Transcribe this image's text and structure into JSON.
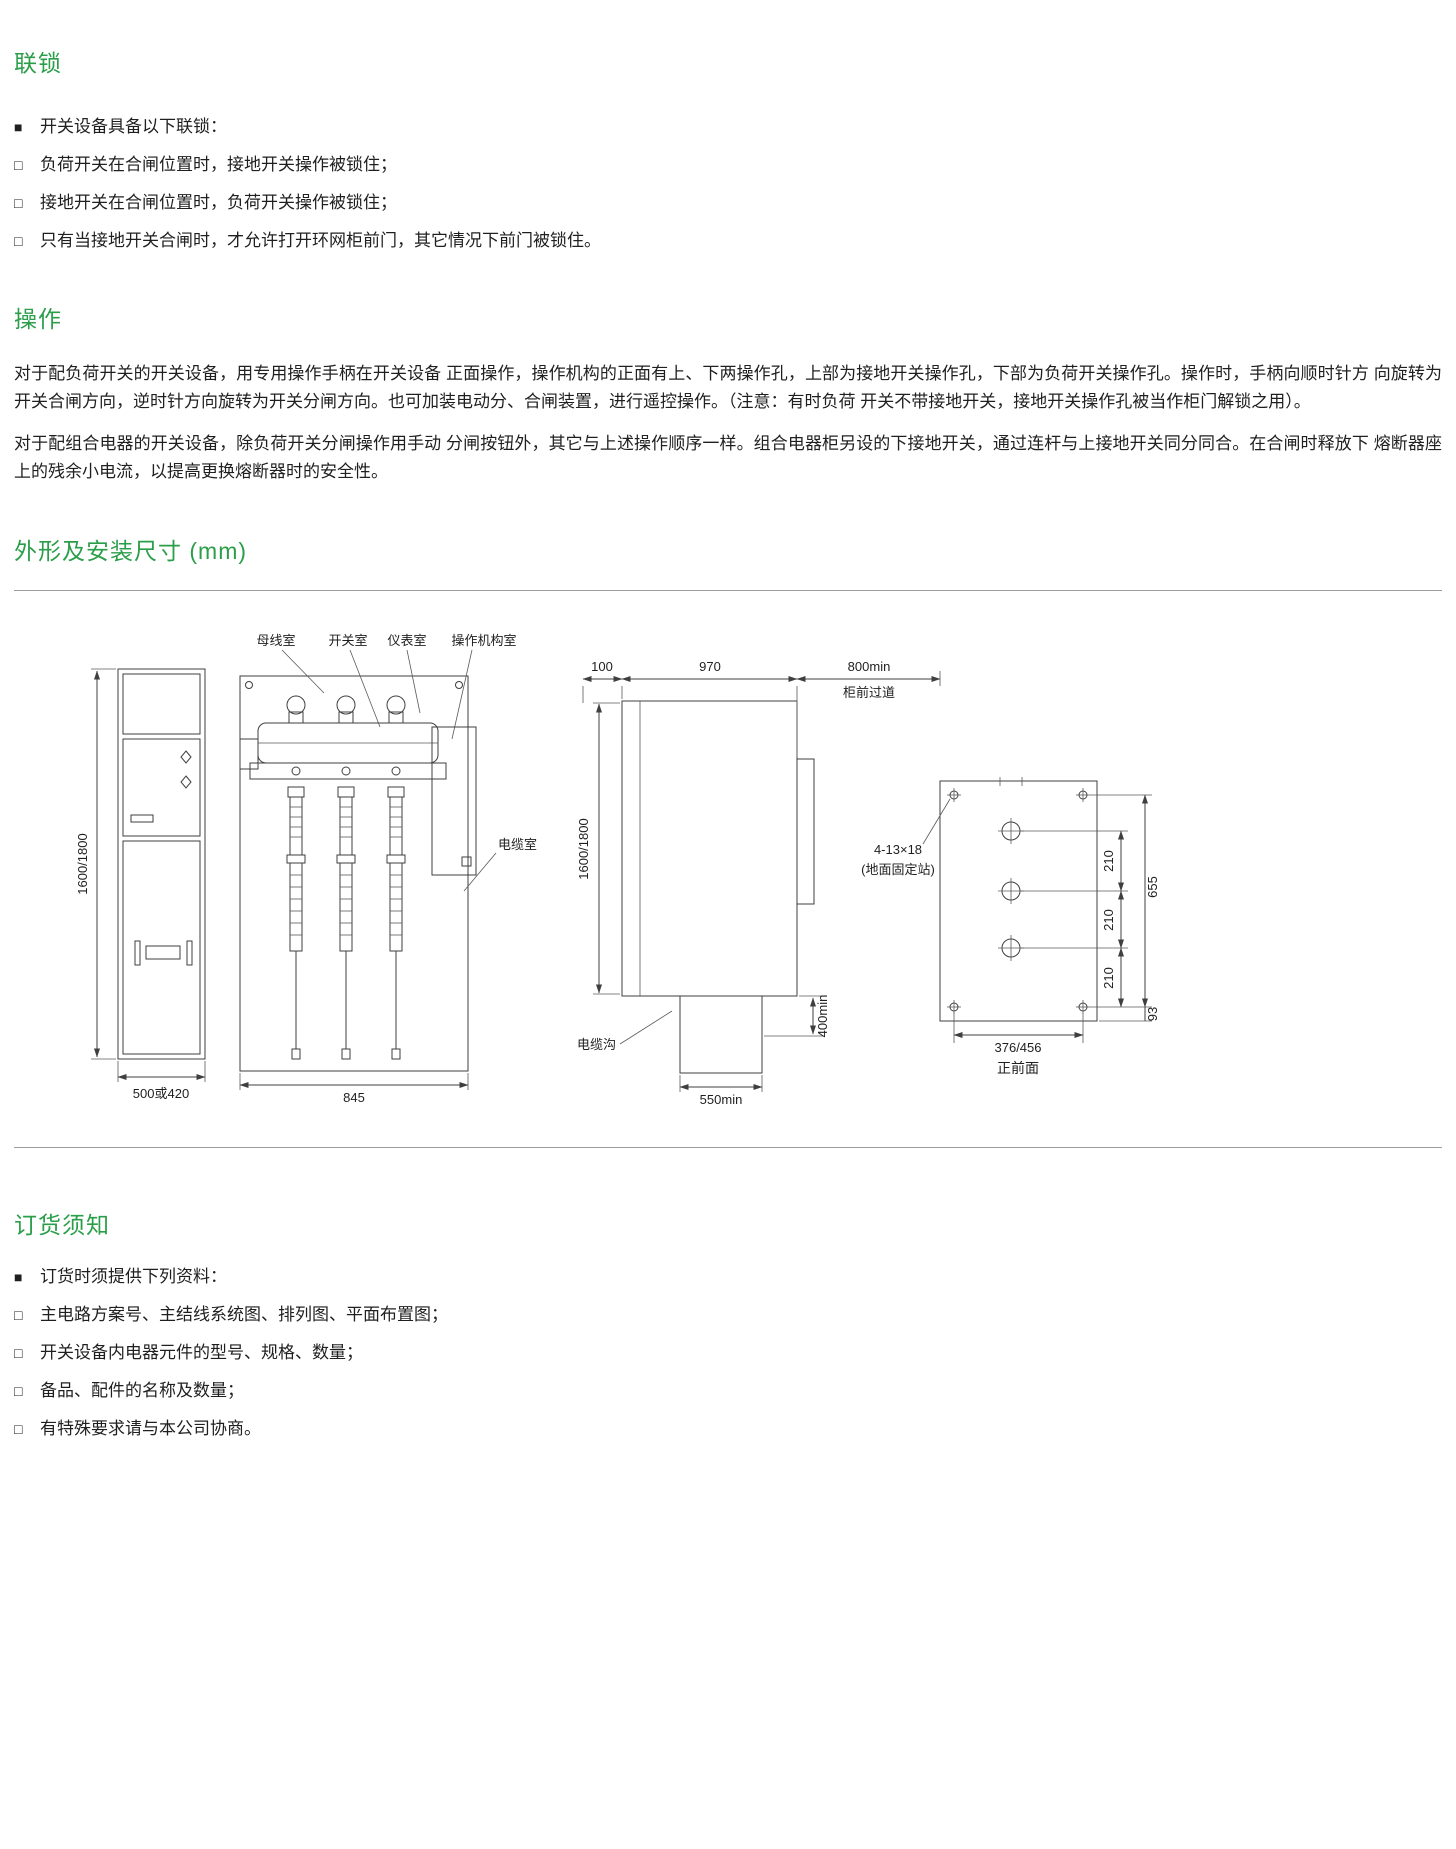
{
  "page": {
    "accent": "#2b9e4a",
    "text": "#1f1f1f",
    "line": "#3f3f3f"
  },
  "interlock": {
    "title": "联锁",
    "items": [
      {
        "bullet": "■",
        "text": "开关设备具备以下联锁："
      },
      {
        "bullet": "□",
        "text": "负荷开关在合闸位置时，接地开关操作被锁住；"
      },
      {
        "bullet": "□",
        "text": "接地开关在合闸位置时，负荷开关操作被锁住；"
      },
      {
        "bullet": "□",
        "text": "只有当接地开关合闸时，才允许打开环网柜前门，其它情况下前门被锁住。"
      }
    ]
  },
  "operation": {
    "title": "操作",
    "paragraphs": [
      "对于配负荷开关的开关设备，用专用操作手柄在开关设备 正面操作，操作机构的正面有上、下两操作孔，上部为接地开关操作孔，下部为负荷开关操作孔。操作时，手柄向顺时针方 向旋转为开关合闸方向，逆时针方向旋转为开关分闸方向。也可加装电动分、合闸装置，进行遥控操作。（注意：有时负荷 开关不带接地开关，接地开关操作孔被当作柜门解锁之用）。",
      "对于配组合电器的开关设备，除负荷开关分闸操作用手动 分闸按钮外，其它与上述操作顺序一样。组合电器柜另设的下接地开关，通过连杆与上接地开关同分同合。在合闸时释放下 熔断器座上的残余小电流，以提高更换熔断器时的安全性。"
    ]
  },
  "drawings": {
    "title": "外形及安装尺寸 (mm)",
    "front_view": {
      "height": "1600/1800",
      "width": "500或420"
    },
    "section_view": {
      "busbar_room": "母线室",
      "switch_room": "开关室",
      "meter_room": "仪表室",
      "mechanism_room": "操作机构室",
      "cable_room": "电缆室",
      "width": "845"
    },
    "side_view": {
      "dim_rear": "100",
      "dim_depth": "970",
      "dim_aisle": "800min",
      "aisle_note": "柜前过道",
      "height": "1600/1800",
      "trench": "电缆沟",
      "trench_depth": "400min",
      "trench_width": "550min"
    },
    "foundation_view": {
      "holes_note_1": "4-13×18",
      "holes_note_2": "(地面固定站)",
      "pitch_1": "210",
      "pitch_2": "210",
      "pitch_3": "210",
      "overall": "655",
      "edge": "93",
      "width": "376/456",
      "caption": "正前面"
    }
  },
  "ordering": {
    "title": "订货须知",
    "items": [
      {
        "bullet": "■",
        "text": "订货时须提供下列资料："
      },
      {
        "bullet": "□",
        "text": "主电路方案号、主结线系统图、排列图、平面布置图；"
      },
      {
        "bullet": "□",
        "text": "开关设备内电器元件的型号、规格、数量；"
      },
      {
        "bullet": "□",
        "text": "备品、配件的名称及数量；"
      },
      {
        "bullet": "□",
        "text": "有特殊要求请与本公司协商。"
      }
    ]
  }
}
